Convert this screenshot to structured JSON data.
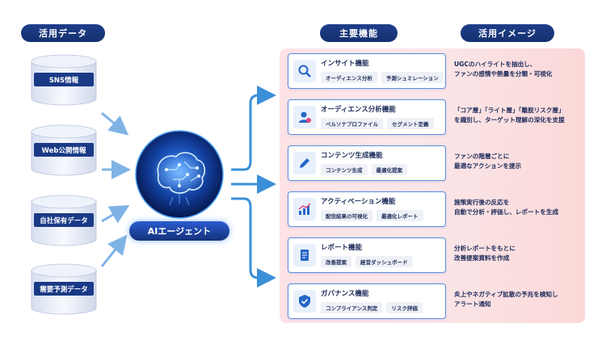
{
  "headers": {
    "data": "活用データ",
    "functions": "主要機能",
    "images": "活用イメージ"
  },
  "sources": [
    {
      "label": "SNS情報"
    },
    {
      "label": "Web公開情報"
    },
    {
      "label": "自社保有データ"
    },
    {
      "label": "需要予測データ"
    }
  ],
  "agent": {
    "label": "AIエージェント"
  },
  "functions": [
    {
      "title": "インサイト機能",
      "icon": "search-icon",
      "tags": [
        "オーディエンス分析",
        "予測シュミレーション"
      ],
      "desc": [
        "UGCのハイライトを抽出し、",
        "ファンの感情や熱量を分類・可視化"
      ]
    },
    {
      "title": "オーディエンス分析機能",
      "icon": "user-icon",
      "tags": [
        "ペルソナプロファイル",
        "セグメント定義"
      ],
      "desc": [
        "「コア層」「ライト層」「離脱リスク層」",
        "を識別し、ターゲット理解の深化を支援"
      ]
    },
    {
      "title": "コンテンツ生成機能",
      "icon": "pen-icon",
      "tags": [
        "コンテンツ生成",
        "最適化提案"
      ],
      "desc": [
        "ファンの階層ごとに",
        "最適なアクションを提示"
      ]
    },
    {
      "title": "アクティベーション機能",
      "icon": "chart-icon",
      "tags": [
        "配信結果の可視化",
        "最適化レポート"
      ],
      "desc": [
        "施策実行後の反応を",
        "自動で分析・評価し、レポートを生成"
      ]
    },
    {
      "title": "レポート機能",
      "icon": "document-icon",
      "tags": [
        "改善提案",
        "経営ダッシュボード"
      ],
      "desc": [
        "分析レポートをもとに",
        "改善提案資料を作成"
      ]
    },
    {
      "title": "ガバナンス機能",
      "icon": "shield-icon",
      "tags": [
        "コンプライアンス判定",
        "リスク評価"
      ],
      "desc": [
        "炎上やネガティブ拡散の予兆を検知し",
        "アラート通知"
      ]
    }
  ],
  "colors": {
    "navy": "#1a3a86",
    "accent": "#3b8fd8",
    "panel": "#fbe2e5"
  }
}
